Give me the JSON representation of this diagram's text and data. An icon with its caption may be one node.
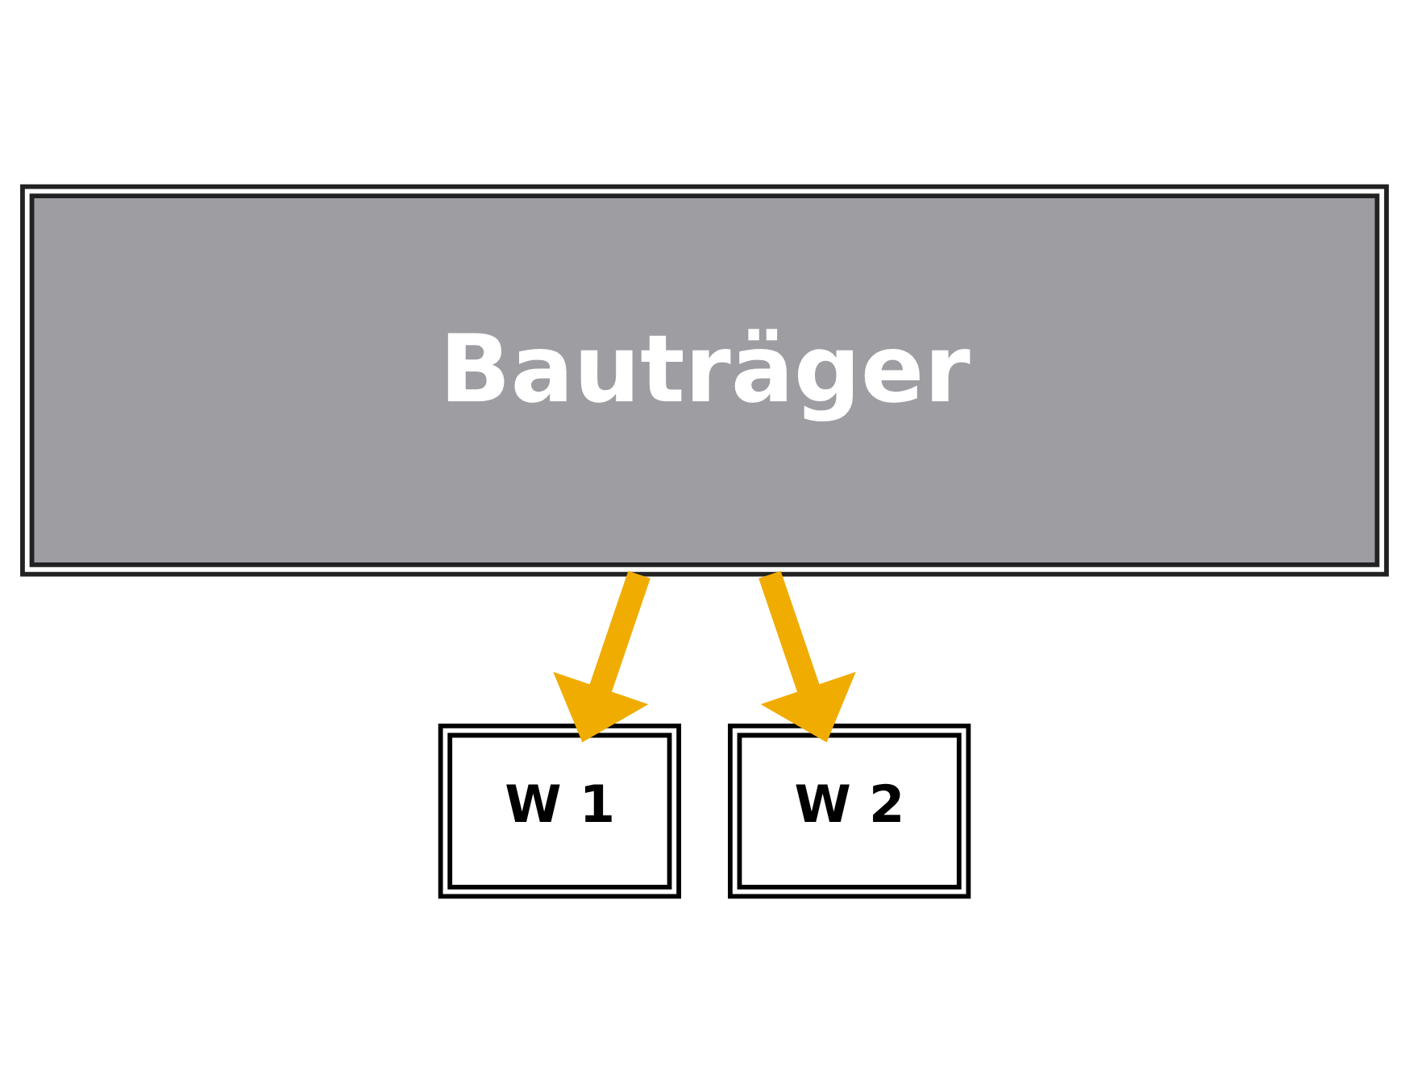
{
  "diagram": {
    "nodes": [
      {
        "text": [
          "Bauträger"
        ]
      },
      {
        "text": [
          "W 1"
        ]
      },
      {
        "text": [
          "W 2"
        ]
      }
    ],
    "edges": [
      {
        "from": 0,
        "to": 1,
        "arrow": "to"
      },
      {
        "from": 0,
        "to": 2,
        "arrow": "to"
      }
    ]
  }
}
